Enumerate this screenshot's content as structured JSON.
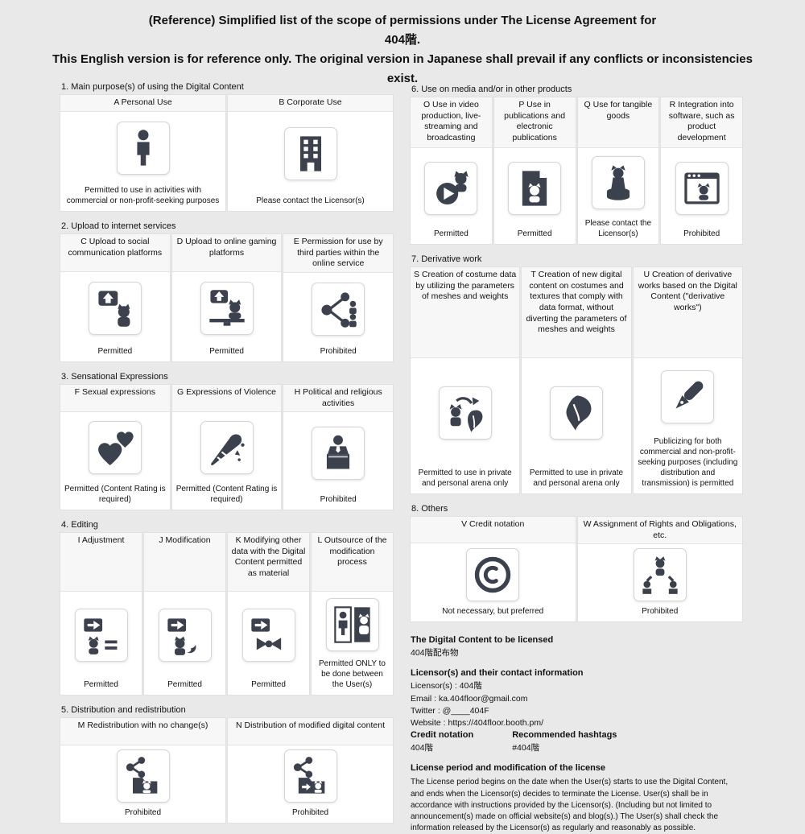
{
  "header": {
    "line1": "(Reference) Simplified list of the scope of permissions under The License Agreement for",
    "line2": "404階.",
    "line3": "This English version is for reference only. The original version in Japanese shall prevail if any conflicts or inconsistencies exist."
  },
  "sections": {
    "s1": {
      "heading": "1. Main purpose(s) of using the Digital Content",
      "cards": {
        "a": {
          "title": "A Personal Use",
          "icon": "person-icon",
          "status": "Permitted to use in activities with commercial or non-profit-seeking purposes"
        },
        "b": {
          "title": "B  Corporate Use",
          "icon": "building-icon",
          "status": "Please contact the Licensor(s)"
        }
      }
    },
    "s2": {
      "heading": "2. Upload to internet services",
      "cards": {
        "c": {
          "title": "C Upload to social communication platforms",
          "icon": "upload-social-icon",
          "status": "Permitted"
        },
        "d": {
          "title": "D Upload to online gaming platforms",
          "icon": "upload-gaming-icon",
          "status": "Permitted"
        },
        "e": {
          "title": "E Permission for use by third parties within the online service",
          "icon": "share-network-icon",
          "status": "Prohibited"
        }
      }
    },
    "s3": {
      "heading": "3. Sensational Expressions",
      "cards": {
        "f": {
          "title": "F Sexual expressions",
          "icon": "hearts-icon",
          "status": "Permitted (Content Rating is required)"
        },
        "g": {
          "title": "G Expressions of Violence",
          "icon": "knife-icon",
          "status": "Permitted (Content Rating is required)"
        },
        "h": {
          "title": "H Political and religious activities",
          "icon": "podium-icon",
          "status": "Prohibited"
        }
      }
    },
    "s4": {
      "heading": "4. Editing",
      "cards": {
        "i": {
          "title": "I Adjustment",
          "icon": "adjustment-icon",
          "status": "Permitted"
        },
        "j": {
          "title": "J Modification",
          "icon": "modification-icon",
          "status": "Permitted"
        },
        "k": {
          "title": "K Modifying other data with the Digital Content permitted as material",
          "icon": "material-icon",
          "status": "Permitted"
        },
        "l": {
          "title": "L Outsource of the modification process",
          "icon": "outsource-icon",
          "status": "Permitted ONLY to be done between the User(s)"
        }
      }
    },
    "s5": {
      "heading": "5. Distribution and redistribution",
      "cards": {
        "m": {
          "title": "M Redistribution with no change(s)",
          "icon": "redistribution-icon",
          "status": "Prohibited"
        },
        "n": {
          "title": "N Distribution of modified digital content",
          "icon": "distribute-modified-icon",
          "status": "Prohibited"
        }
      }
    },
    "s6": {
      "heading": "6. Use on media and/or in other products",
      "cards": {
        "o": {
          "title": "O Use in video production, live-streaming and broadcasting",
          "icon": "video-icon",
          "status": "Permitted"
        },
        "p": {
          "title": "P Use in publications and electronic publications",
          "icon": "publication-icon",
          "status": "Permitted"
        },
        "q": {
          "title": "Q Use for tangible goods",
          "icon": "tangible-goods-icon",
          "status": "Please contact the Licensor(s)"
        },
        "r": {
          "title": "R Integration into software, such as product development",
          "icon": "software-window-icon",
          "status": "Prohibited"
        }
      }
    },
    "s7": {
      "heading": "7. Derivative work",
      "cards": {
        "s": {
          "title": "S Creation of costume data by utilizing the parameters of meshes and weights",
          "icon": "costume-icon",
          "status": "Permitted to use in private and personal arena only"
        },
        "t": {
          "title": "T Creation of new digital content on costumes and textures that comply with data format, without diverting the parameters of meshes and weights",
          "icon": "textures-icon",
          "status": "Permitted to use in private and personal arena only"
        },
        "u": {
          "title": "U Creation of derivative works based on the Digital Content (\"derivative works\")",
          "icon": "pen-icon",
          "status": "Publicizing for both commercial and non-profit-seeking purposes (including distribution and transmission) is permitted"
        }
      }
    },
    "s8": {
      "heading": "8. Others",
      "cards": {
        "v": {
          "title": "V Credit notation",
          "icon": "copyright-icon",
          "status": "Not necessary, but preferred"
        },
        "w": {
          "title": "W Assignment of Rights and Obligations, etc.",
          "icon": "assignment-icon",
          "status": "Prohibited"
        }
      }
    }
  },
  "info": {
    "digital_content_heading": "The Digital Content to be licensed",
    "digital_content_value": "404階配布物",
    "licensor_heading": "Licensor(s) and their contact information",
    "licensor_line": "Licensor(s) : 404階",
    "email_line": "Email : ka.404floor@gmail.com",
    "twitter_line": "Twitter : @____404F",
    "website_line": "Website : https://404floor.booth.pm/",
    "credit_heading": "Credit notation",
    "credit_value": "404階",
    "hashtags_heading": "Recommended hashtags",
    "hashtags_value": "#404階",
    "license_heading": "License period and modification of the license",
    "license_text": "The License period begins on the date when the User(s) starts to use the Digital Content, and ends when the Licensor(s) decides to terminate the License. User(s) shall be in accordance with instructions provided by the Licensor(s). (Including but not limited to announcement(s) made on official website(s) and blog(s).) The User(s) shall check the information released by the Licensor(s) as regularly and reasonably as possible."
  }
}
